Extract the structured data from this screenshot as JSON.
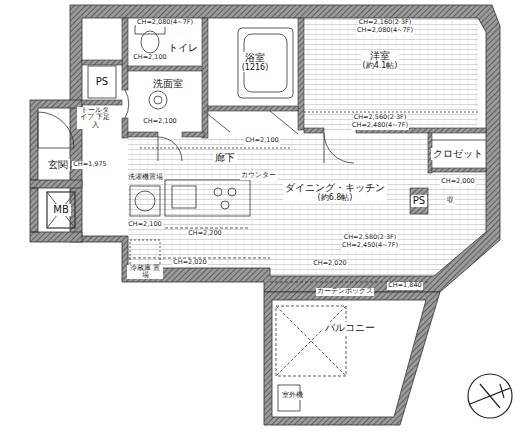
{
  "diagram": {
    "nodes": [
      {
        "text": [
          "トイレ"
        ]
      },
      {
        "text": [
          "洗面室"
        ]
      },
      {
        "text": [
          "浴室",
          "(1216)"
        ]
      },
      {
        "text": [
          "洋室",
          "(約4.1帖)"
        ]
      },
      {
        "text": [
          "PS"
        ]
      },
      {
        "text": [
          "玄関"
        ]
      },
      {
        "text": [
          "廊下"
        ]
      },
      {
        "text": [
          "MB"
        ]
      },
      {
        "text": [
          "ダイニング・キッチン",
          "(約6.8帖)"
        ]
      },
      {
        "text": [
          "クロゼット"
        ]
      },
      {
        "text": [
          "PS"
        ]
      },
      {
        "text": [
          "バルコニー"
        ]
      }
    ],
    "labels": [
      "CH=2,080(4~7F)",
      "CH=2,100",
      "CH=2,100",
      "CH=2,160(2·3F)",
      "CH=2,080(4~7F)",
      "CH=2,560(2·3F)",
      "CH=2,480(4~7F)",
      "CH=1,975",
      "CH=2,100",
      "トールタイプ 下足入",
      "洗濯機置場",
      "CH=2,100",
      "CH=2,200",
      "冷蔵庫 置場",
      "CH=2,020",
      "CH=2,580(2·3F)",
      "CH=2,450(4~7F)",
      "CH=2,020",
      "CH=1,840",
      "CH=2,000",
      "カーテンボックス",
      "カウンター",
      "収",
      "室外機"
    ]
  }
}
